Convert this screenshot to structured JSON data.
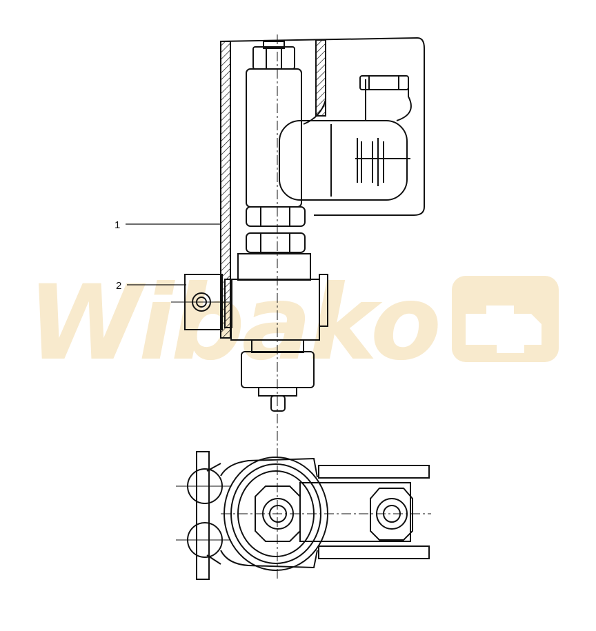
{
  "watermark": {
    "text": "Wibako",
    "color": "#f3d9a6"
  },
  "callouts": [
    {
      "number": "1"
    },
    {
      "number": "2"
    }
  ],
  "colors": {
    "line": "#111111",
    "background": "#ffffff"
  }
}
